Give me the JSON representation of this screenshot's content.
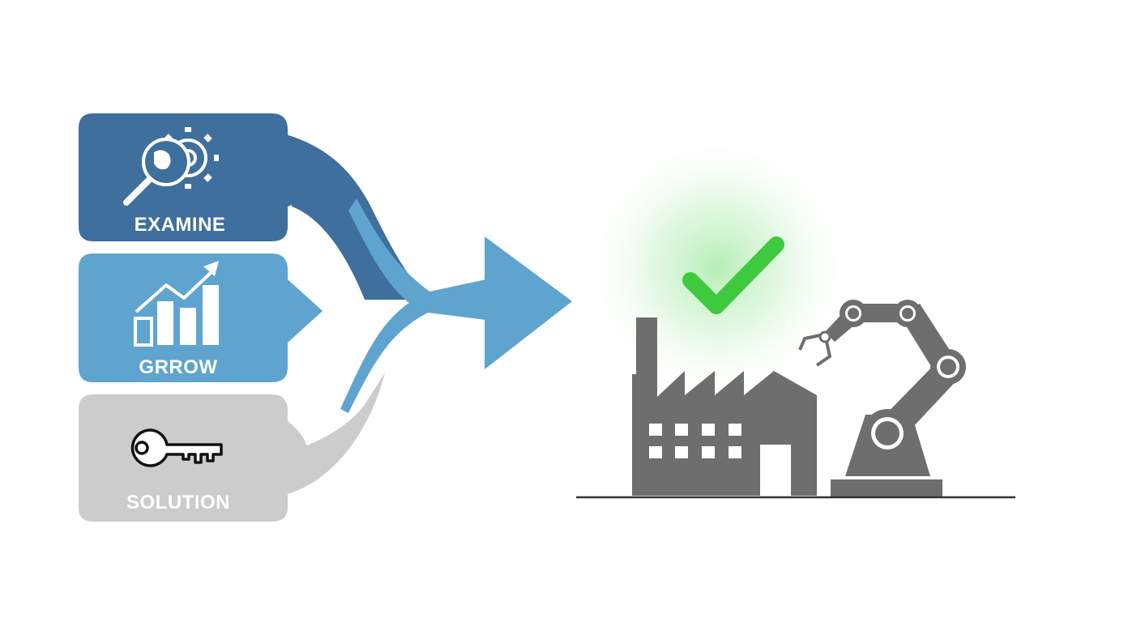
{
  "steps": [
    {
      "label": "EXAMINE",
      "icon": "magnifier-gear-icon",
      "color": "#3f6f9c"
    },
    {
      "label": "GRROW",
      "icon": "growth-chart-icon",
      "color": "#5fa4cf"
    },
    {
      "label": "SOLUTION",
      "icon": "key-icon",
      "color": "#cccccc"
    }
  ],
  "flow_color": "#5fa4cf",
  "result": {
    "check_icon": "check-icon",
    "check_color": "#3ec93e",
    "factory_icon": "factory-icon",
    "robot_icon": "robot-arm-icon",
    "machine_color": "#6e6e6e"
  }
}
